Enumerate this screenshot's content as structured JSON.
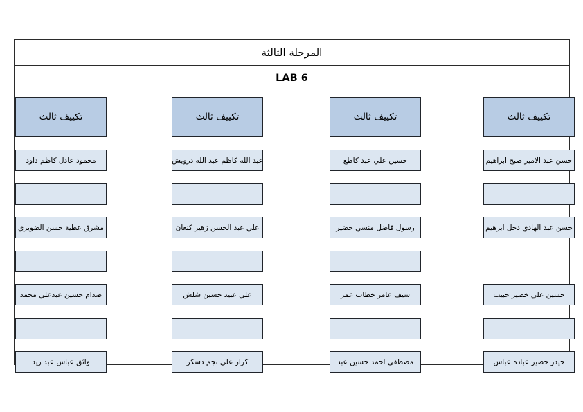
{
  "page": {
    "title": "المرحلة الثالثة",
    "subtitle": "LAB 6",
    "colors": {
      "header_fill": "#b8cce4",
      "cell_fill": "#dce6f1",
      "border": "#21252b",
      "frame": "#2b2b2b",
      "background": "#ffffff"
    }
  },
  "columns": [
    {
      "header": "تكييف ثالث",
      "cells": [
        {
          "text": "حسن عبد الامير صبح ابراهيم",
          "present": true
        },
        {
          "text": "",
          "present": true
        },
        {
          "text": "حسن عبد الهادي دخل ابرهيم",
          "present": true
        },
        {
          "text": "",
          "present": false
        },
        {
          "text": "حسين علي خضير حبيب",
          "present": true
        },
        {
          "text": "",
          "present": true
        },
        {
          "text": "حيدر خضير عباده عباس",
          "present": true
        }
      ]
    },
    {
      "header": "تكييف ثالث",
      "cells": [
        {
          "text": "حسين علي عبد كاطع",
          "present": true
        },
        {
          "text": "",
          "present": true
        },
        {
          "text": "رسول فاضل منسي خضير",
          "present": true
        },
        {
          "text": "",
          "present": true
        },
        {
          "text": "سيف عامر خطاب عمر",
          "present": true
        },
        {
          "text": "",
          "present": true
        },
        {
          "text": "مصطفى احمد حسين عبد",
          "present": true
        }
      ]
    },
    {
      "header": "تكييف ثالث",
      "cells": [
        {
          "text": "عبد الله كاظم عبد الله درويش",
          "present": true
        },
        {
          "text": "",
          "present": true
        },
        {
          "text": "علي عبد الحسن زهير كنعان",
          "present": true
        },
        {
          "text": "",
          "present": true
        },
        {
          "text": "علي عبيد حسين شلش",
          "present": true
        },
        {
          "text": "",
          "present": true
        },
        {
          "text": "كرار علي نجم دسكر",
          "present": true
        }
      ]
    },
    {
      "header": "تكييف ثالث",
      "cells": [
        {
          "text": "محمود عادل كاظم داود",
          "present": true
        },
        {
          "text": "",
          "present": true
        },
        {
          "text": "مشرق عطية حسن الضويري",
          "present": true
        },
        {
          "text": "",
          "present": true
        },
        {
          "text": "صدام حسين عبدعلي محمد",
          "present": true
        },
        {
          "text": "",
          "present": true
        },
        {
          "text": "وائق عباس عبد زيد",
          "present": true
        }
      ]
    }
  ]
}
